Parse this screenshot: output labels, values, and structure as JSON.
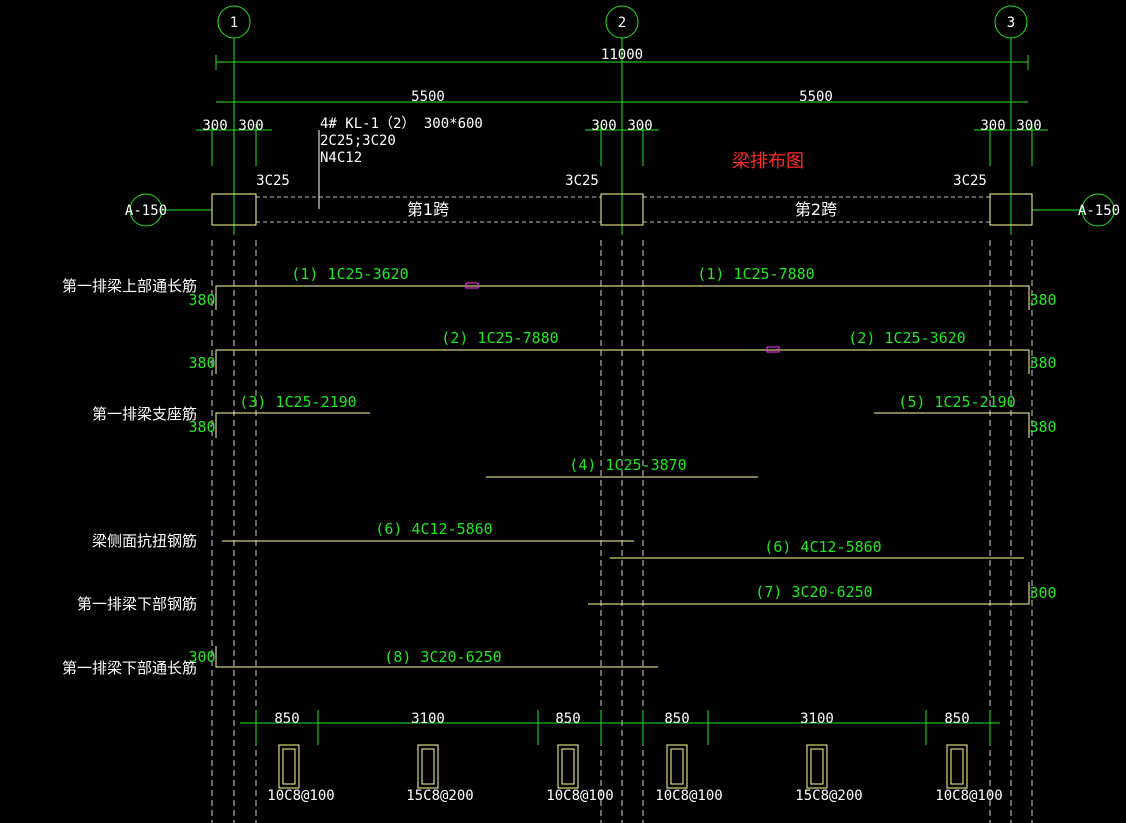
{
  "axes": [
    {
      "label": "1"
    },
    {
      "label": "2"
    },
    {
      "label": "3"
    }
  ],
  "dims": {
    "total": "11000",
    "span1": "5500",
    "span2": "5500",
    "cols": [
      "300",
      "300",
      "300",
      "300",
      "300",
      "300"
    ]
  },
  "beam_note": {
    "line1": "4# KL-1（2） 300*600",
    "line2": "2C25;3C20",
    "line3": "N4C12"
  },
  "title": "梁排布图",
  "support_top": [
    "3C25",
    "3C25",
    "3C25"
  ],
  "span_labels": [
    "第1跨",
    "第2跨"
  ],
  "side_labels": [
    "A-150",
    "A-150"
  ],
  "row_labels": [
    "第一排梁上部通长筋",
    "第一排梁支座筋",
    "梁侧面抗扭钢筋",
    "第一排梁下部钢筋",
    "第一排梁下部通长筋"
  ],
  "bars": [
    {
      "text": "(1) 1C25-3620"
    },
    {
      "text": "(1) 1C25-7880"
    },
    {
      "text": "(2) 1C25-7880"
    },
    {
      "text": "(2) 1C25-3620"
    },
    {
      "text": "(3) 1C25-2190"
    },
    {
      "text": "(5) 1C25-2190"
    },
    {
      "text": "(4) 1C25-3870"
    },
    {
      "text": "(6) 4C12-5860"
    },
    {
      "text": "(6) 4C12-5860"
    },
    {
      "text": "(7) 3C20-6250"
    },
    {
      "text": "(8) 3C20-6250"
    }
  ],
  "hooks": [
    "380",
    "380",
    "380",
    "380",
    "380",
    "380",
    "300",
    "300"
  ],
  "stirrup_dims": [
    "850",
    "3100",
    "850",
    "850",
    "3100",
    "850"
  ],
  "stirrups": [
    "10C8@100",
    "15C8@200",
    "10C8@100",
    "10C8@100",
    "15C8@200",
    "10C8@100"
  ],
  "colors": {
    "background": "#000000",
    "grid": "#22e622",
    "rebar": "#ffff99",
    "text": "#ffffff",
    "title": "#ff2a2a",
    "splice": "#ff33ff"
  }
}
